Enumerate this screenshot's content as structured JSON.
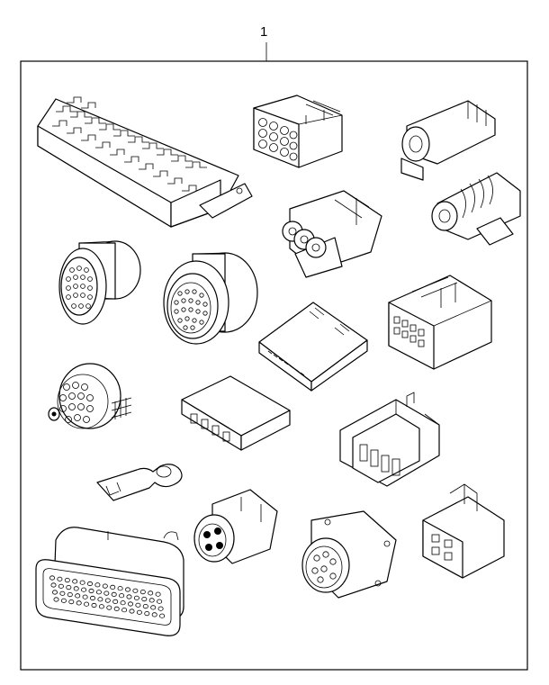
{
  "callout": {
    "number": "1"
  },
  "parts": [
    {
      "id": "fuse-relay-block"
    },
    {
      "id": "multi-pin-plug-12"
    },
    {
      "id": "single-way-connector-a"
    },
    {
      "id": "triple-way-connector"
    },
    {
      "id": "single-way-connector-b"
    },
    {
      "id": "round-bulkhead-connector"
    },
    {
      "id": "round-panel-connector"
    },
    {
      "id": "flat-terminal-housing"
    },
    {
      "id": "rectangular-16-way-connector"
    },
    {
      "id": "round-wired-connector"
    },
    {
      "id": "flat-socket-housing"
    },
    {
      "id": "stacked-dual-connector"
    },
    {
      "id": "ring-terminal"
    },
    {
      "id": "round-plug-small"
    },
    {
      "id": "flange-mount-receptacle"
    },
    {
      "id": "latched-small-connector"
    },
    {
      "id": "large-multi-pin-connector"
    }
  ]
}
